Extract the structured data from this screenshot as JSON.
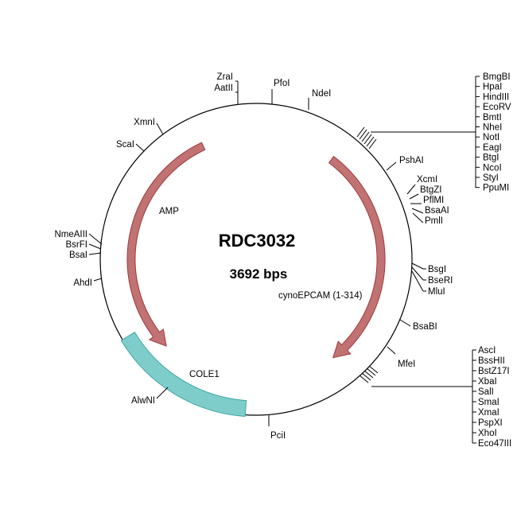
{
  "plasmid": {
    "name": "RDC3032",
    "size_label": "3692 bps"
  },
  "features": [
    {
      "name": "AMP",
      "label": "AMP",
      "color": "#c17273",
      "stroke": "#a0393c"
    },
    {
      "name": "cynoEPCAM",
      "label": "cynoEPCAM (1-314)",
      "color": "#c17273",
      "stroke": "#a0393c"
    },
    {
      "name": "COLE1",
      "label": "COLE1",
      "color": "#7fcdcb",
      "stroke": "#3aa7a3"
    }
  ],
  "sites_single": [
    "ZraI",
    "AatII",
    "PfoI",
    "NdeI",
    "PshAI",
    "XcmI",
    "BtgZI",
    "PflMI",
    "BsaAI",
    "PmlI",
    "BsgI",
    "BseRI",
    "MluI",
    "BsaBI",
    "MfeI",
    "PciI",
    "AlwNI",
    "AhdI",
    "BsaI",
    "BsrFI",
    "NmeAIII",
    "ScaI",
    "XmnI"
  ],
  "mcs_upper": [
    "BmgBI",
    "HpaI",
    "HindIII",
    "EcoRV",
    "BmtI",
    "NheI",
    "NotI",
    "EagI",
    "BtgI",
    "NcoI",
    "StyI",
    "PpuMI"
  ],
  "mcs_lower": [
    "AscI",
    "BssHII",
    "BstZ17I",
    "XbaI",
    "SalI",
    "SmaI",
    "XmaI",
    "PspXI",
    "XhoI",
    "Eco47III"
  ]
}
